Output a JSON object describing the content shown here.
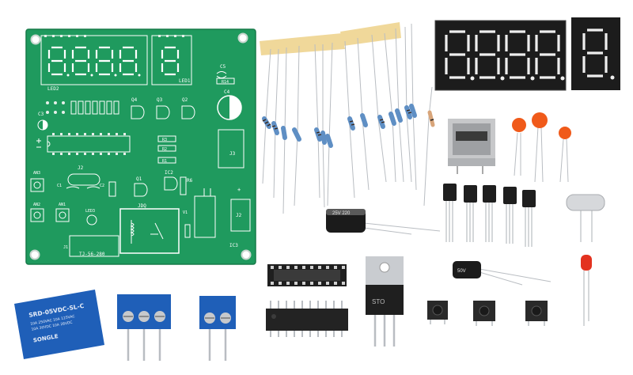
{
  "photo": {
    "background": "#ffffff",
    "pcb_color": "#1f9a5e",
    "pcb_labels": {
      "led2": "LED2",
      "led1": "LED1",
      "c5": "C5",
      "r14": "R14",
      "c4": "C4",
      "q4": "Q4",
      "q3": "Q3",
      "q2": "Q2",
      "c3": "C3",
      "r3": "R3",
      "r2": "R2",
      "r1": "R1",
      "j3": "J3",
      "an3": "AN3",
      "j2": "J2",
      "c1": "C1",
      "c2": "C2",
      "ic2": "IC2",
      "r6": "R6",
      "q1": "Q1",
      "an2": "AN2",
      "an1": "AN1",
      "led3": "LED3",
      "jdq": "JDQ",
      "v1": "V1",
      "j1": "J1",
      "board_model": "TJ-56-280",
      "ic3": "IC3",
      "j2b": "J2"
    },
    "relay": {
      "color": "#1f5fb8",
      "model": "SRD-05VDC-SL-C",
      "ratings": [
        "10A 250VAC 10A 125VAC",
        "10A 30VDC 10A 28VDC"
      ],
      "brand": "SONGLE"
    },
    "capacitor_labels": {
      "large_electrolytic": "25V 220",
      "small_electrolytic": "50V"
    },
    "regulator_marking": "STO",
    "display_digits": 4,
    "single_display_digits": 1
  }
}
